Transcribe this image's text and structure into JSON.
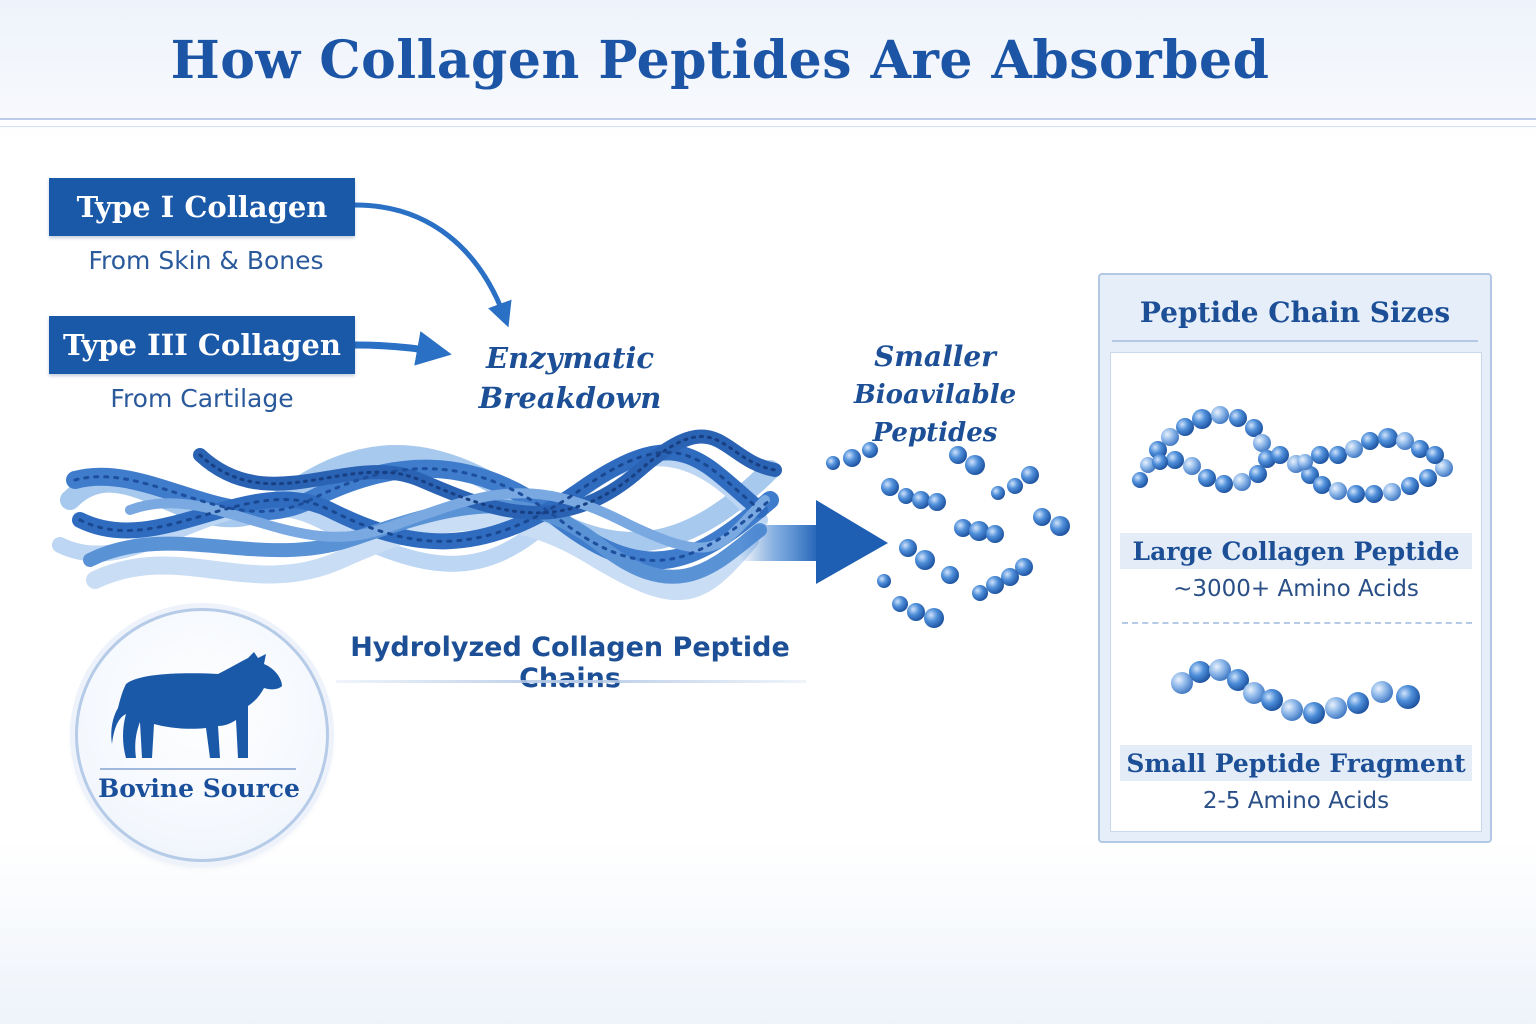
{
  "title": "How Collagen Peptides Are Absorbed",
  "sources": [
    {
      "label": "Type I Collagen",
      "sub": "From Skin & Bones"
    },
    {
      "label": "Type III Collagen",
      "sub": "From Cartilage"
    }
  ],
  "process": {
    "enzymatic_line1": "Enzymatic",
    "enzymatic_line2": "Breakdown",
    "small_line1": "Smaller",
    "small_line2": "Bioavilable Peptides",
    "chains_label": "Hydrolyzed Collagen Peptide Chains"
  },
  "bovine": {
    "label": "Bovine Source",
    "icon": "cow-icon"
  },
  "panel": {
    "title": "Peptide Chain Sizes",
    "large": {
      "label": "Large Collagen Peptide",
      "sub": "~3000+ Amino Acids"
    },
    "small": {
      "label": "Small Peptide Fragment",
      "sub": "2-5 Amino Acids"
    }
  },
  "colors": {
    "primary": "#1a58a8",
    "title": "#1c55a6",
    "light": "#8fb6e6",
    "panel_bg": "#e6eef9"
  }
}
